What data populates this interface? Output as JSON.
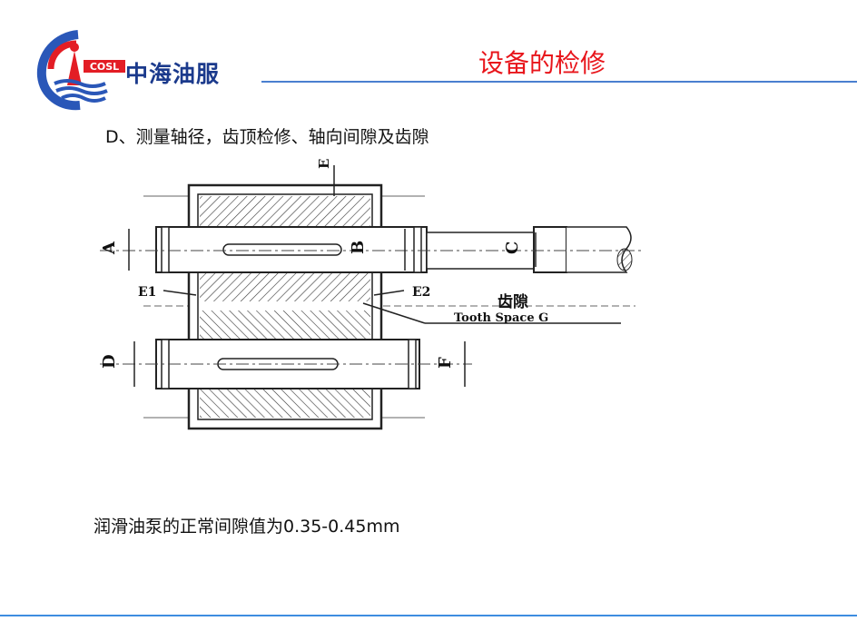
{
  "header": {
    "logo_text": "中海油服",
    "logo_mark": "COSL",
    "title": "设备的检修"
  },
  "content": {
    "subtitle": "D、测量轴径，齿顶检修、轴向间隙及齿隙",
    "note": "润滑油泵的正常间隙值为0.35-0.45mm"
  },
  "diagram": {
    "labels": {
      "top": "E",
      "shaft_left": "A",
      "shaft_mid": "B",
      "shaft_right": "C",
      "gap_left": "E1",
      "gap_right": "E2",
      "lower_left": "D",
      "lower_right": "F",
      "chinese": "齿隙",
      "english": "Tooth Space G"
    }
  },
  "colors": {
    "title": "#e8151b",
    "logo_text": "#1b3a8c",
    "rule": "#4a7fd0"
  }
}
